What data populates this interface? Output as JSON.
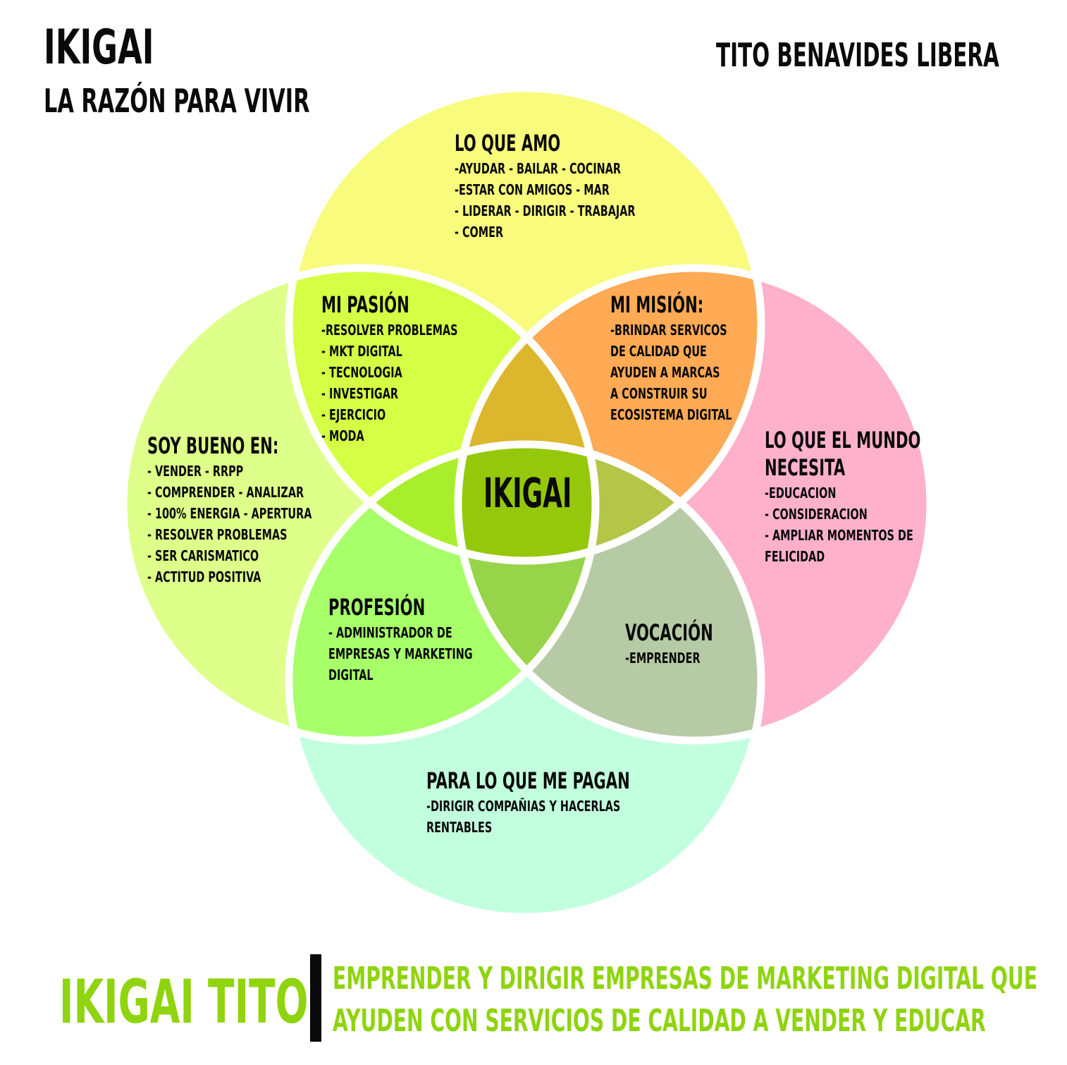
{
  "header": {
    "title": "IKIGAI",
    "subtitle": "LA RAZÓN PARA VIVIR",
    "author": "TITO BENAVIDES LIBERA"
  },
  "colors": {
    "top_circle": "#f8fb7c",
    "left_circle": "#deff8a",
    "right_circle": "#ffb1cc",
    "bottom_circle": "#c2ffde",
    "pasion": "#d5ff45",
    "mision": "#ffaa55",
    "profesion": "#a7ff6a",
    "vocacion": "#b6caa6",
    "center": "#95c80a",
    "accent_green": "#8fd40f"
  },
  "regions": {
    "lo_que_amo": {
      "title": "LO QUE AMO",
      "items": [
        "-AYUDAR - BAILAR - COCINAR",
        "-ESTAR CON AMIGOS - MAR",
        "- LIDERAR - DIRIGIR - TRABAJAR",
        "- COMER"
      ]
    },
    "mi_pasion": {
      "title": "MI PASIÓN",
      "items": [
        "-RESOLVER PROBLEMAS",
        "- MKT DIGITAL",
        "- TECNOLOGIA",
        "- INVESTIGAR",
        "- EJERCICIO",
        "- MODA"
      ]
    },
    "mi_mision": {
      "title": "MI MISIÓN:",
      "items": [
        "-BRINDAR SERVICOS",
        "DE CALIDAD QUE",
        "AYUDEN A MARCAS",
        "A CONSTRUIR SU",
        "ECOSISTEMA DIGITAL"
      ]
    },
    "soy_bueno_en": {
      "title": "SOY BUENO EN:",
      "items": [
        "- VENDER - RRPP",
        "- COMPRENDER - ANALIZAR",
        "- 100% ENERGIA - APERTURA",
        "- RESOLVER PROBLEMAS",
        "- SER CARISMATICO",
        "- ACTITUD POSITIVA"
      ]
    },
    "lo_que_el_mundo_necesita": {
      "title_lines": [
        "LO QUE EL MUNDO",
        "NECESITA"
      ],
      "items": [
        "-EDUCACION",
        "- CONSIDERACION",
        "- AMPLIAR MOMENTOS DE",
        "FELICIDAD"
      ]
    },
    "profesion": {
      "title": "PROFESIÓN",
      "items": [
        "- ADMINISTRADOR DE",
        "EMPRESAS Y MARKETING",
        "DIGITAL"
      ]
    },
    "vocacion": {
      "title": "VOCACIÓN",
      "items": [
        "-EMPRENDER"
      ]
    },
    "para_lo_que_me_pagan": {
      "title": "PARA LO QUE ME PAGAN",
      "items": [
        "-DIRIGIR COMPAÑIAS Y HACERLAS",
        "RENTABLES"
      ]
    }
  },
  "center": {
    "label": "IKIGAI"
  },
  "footer": {
    "name": "IKIGAI TITO",
    "statement_lines": [
      "EMPRENDER Y DIRIGIR EMPRESAS DE MARKETING DIGITAL QUE",
      "AYUDEN CON SERVICIOS DE CALIDAD A VENDER Y EDUCAR"
    ]
  }
}
